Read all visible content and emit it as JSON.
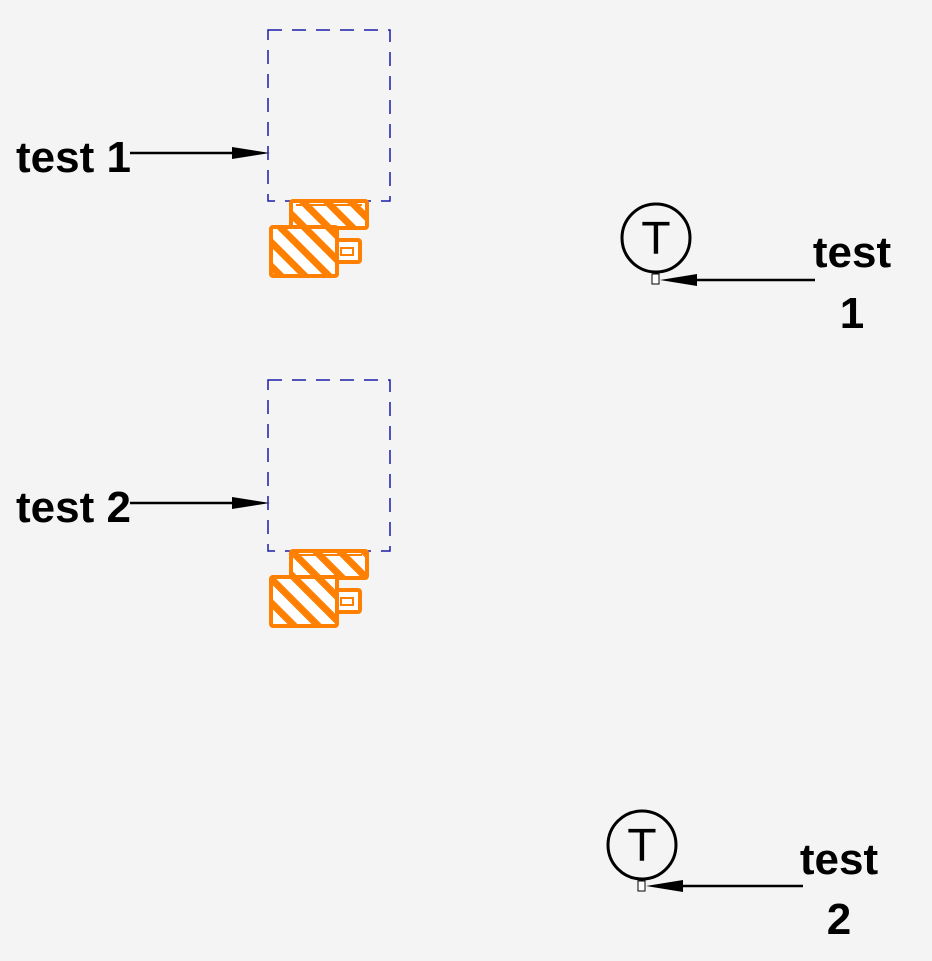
{
  "colors": {
    "background": "#f4f4f4",
    "leader": "#000000",
    "boundary": "#1c1caa",
    "symbol": "#ff7f00"
  },
  "left_callouts": [
    {
      "label": "test 1"
    },
    {
      "label": "test 2"
    }
  ],
  "right_tags": [
    {
      "letter": "T",
      "label_line1": "test",
      "label_line2": "1"
    },
    {
      "letter": "T",
      "label_line1": "test",
      "label_line2": "2"
    }
  ],
  "icons": [
    "arrow-head-icon",
    "hatched-block-icon",
    "tag-circle-icon"
  ]
}
